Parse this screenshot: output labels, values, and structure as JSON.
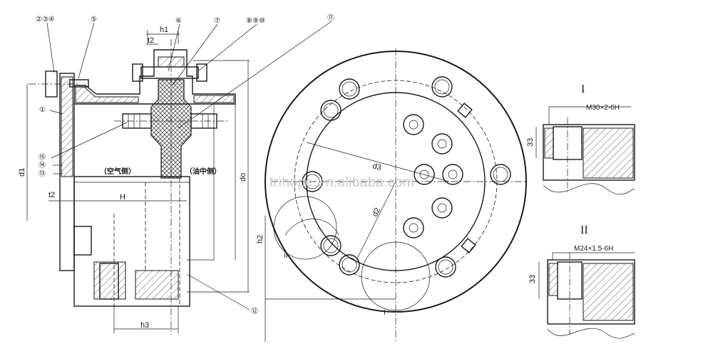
{
  "callouts": {
    "c234": "②③④",
    "c5": "⑤",
    "c6": "⑥",
    "c7": "⑦",
    "c8910": "⑧⑨⑩",
    "c11": "⑪",
    "c1": "①",
    "c15": "⑮",
    "c14": "⑭",
    "c13": "⑬",
    "c12": "⑫"
  },
  "dims": {
    "h1": "h1",
    "t2_top": "t2",
    "t2_left": "t2",
    "d1": "d1",
    "H": "H",
    "do": "do",
    "h3": "h3",
    "h2": "h2",
    "d3": "d3",
    "d2": "d2",
    "dim33_a": "33",
    "dim33_b": "33"
  },
  "side_labels": {
    "air_side": "（空气侧）",
    "oil_side": "（油中侧）"
  },
  "section_marks": {
    "sec1_title": "I",
    "sec2_title": "II",
    "mark_II_on_view": "II",
    "mark_I_on_view": "I"
  },
  "thread_specs": {
    "thread1": "M30×2-6H",
    "thread2": "M24×1.5-6H"
  },
  "watermark": "trihope.en.alibaba.com"
}
